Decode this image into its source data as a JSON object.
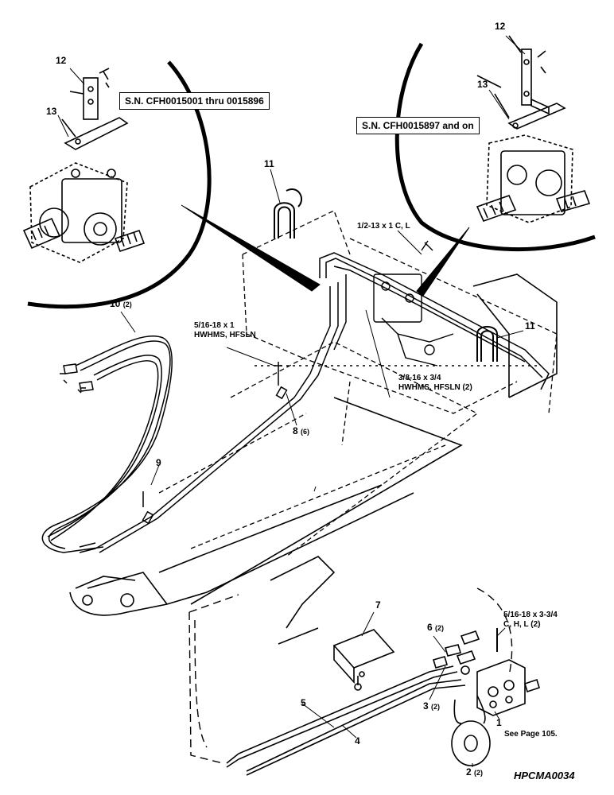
{
  "detail_left": {
    "serial_note": "S.N. CFH0015001 thru 0015896",
    "callout_12": "12",
    "callout_13": "13"
  },
  "detail_right": {
    "serial_note": "S.N. CFH0015897 and on",
    "callout_12": "12",
    "callout_13": "13"
  },
  "callouts": {
    "c11_top": "11",
    "c11_right": "11",
    "c10": "10",
    "c10_qty": "(2)",
    "c9": "9",
    "c8": "8",
    "c8_qty": "(6)",
    "c7": "7",
    "c6": "6",
    "c6_qty": "(2)",
    "c5": "5",
    "c4": "4",
    "c3": "3",
    "c3_qty": "(2)",
    "c2": "2",
    "c2_qty": "(2)",
    "c1": "1"
  },
  "hardware": {
    "bolt_half": "1/2-13 x 1 C, L",
    "bolt_516_line1": "5/16-18 x 1",
    "bolt_516_line2": "HWHMS, HFSLN",
    "bolt_38_line1": "3/8-16 x 3/4",
    "bolt_38_line2": "HWHMS, HFSLN (2)",
    "bolt_long_line1": "5/16-18 x 3-3/4",
    "bolt_long_line2": "C, H, L (2)",
    "see_page": "See Page 105."
  },
  "figure_id": "HPCMA0034"
}
